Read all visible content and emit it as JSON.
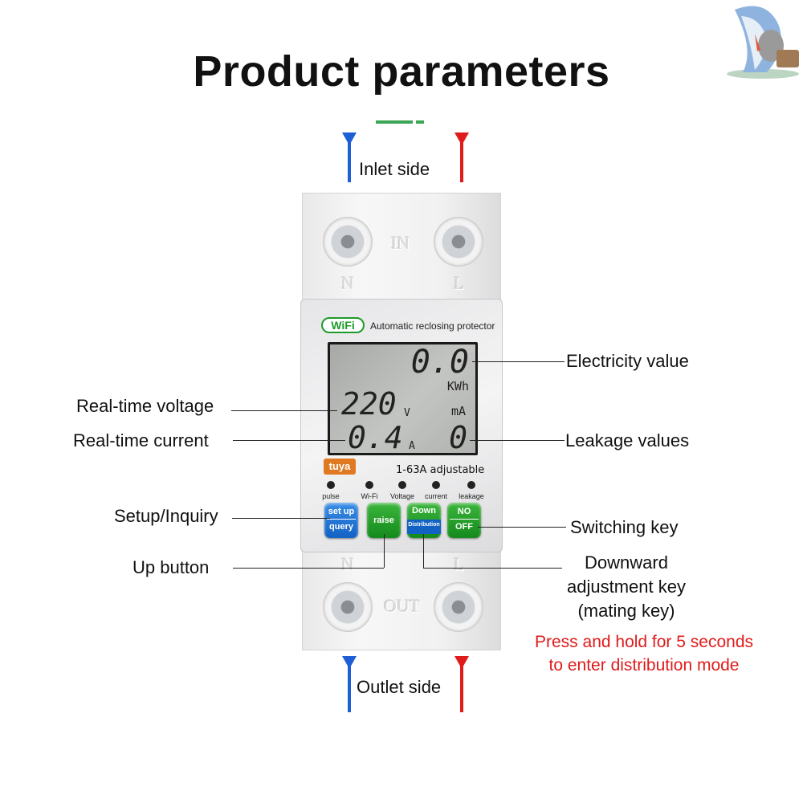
{
  "title": "Product parameters",
  "labels": {
    "inlet": "Inlet side",
    "outlet": "Outlet side",
    "electricity": "Electricity value",
    "voltage": "Real-time voltage",
    "current": "Real-time current",
    "leakage": "Leakage values",
    "setup": "Setup/Inquiry",
    "up": "Up button",
    "switching": "Switching key",
    "downward": [
      "Downward",
      "adjustment key",
      "(mating key)"
    ],
    "note": [
      "Press and hold for 5 seconds",
      "to enter distribution mode"
    ]
  },
  "device": {
    "in_mark": "IN",
    "out_mark": "OUT",
    "n": "N",
    "l": "L",
    "wifi": "WiFi",
    "product_name": "Automatic reclosing protector",
    "brand": "tuya",
    "rating": "1-63A adjustable",
    "lcd": {
      "energy": "0.0",
      "energy_unit": "KWh",
      "voltage": "220",
      "voltage_unit": "V",
      "current": "0.4",
      "current_unit": "A",
      "leak_unit": "mA",
      "leak": "0"
    },
    "leds": [
      "pulse",
      "Wi-Fi",
      "Voltage",
      "current",
      "leakage"
    ],
    "buttons": {
      "setup": [
        "set up",
        "query"
      ],
      "raise": "raise",
      "down": [
        "Down",
        "Distribution"
      ],
      "onoff": [
        "NO",
        "OFF"
      ]
    }
  },
  "colors": {
    "blue": "#1f5fd6",
    "red": "#e01b1b",
    "green": "#1f9a2a",
    "note": "#e01b1b"
  }
}
